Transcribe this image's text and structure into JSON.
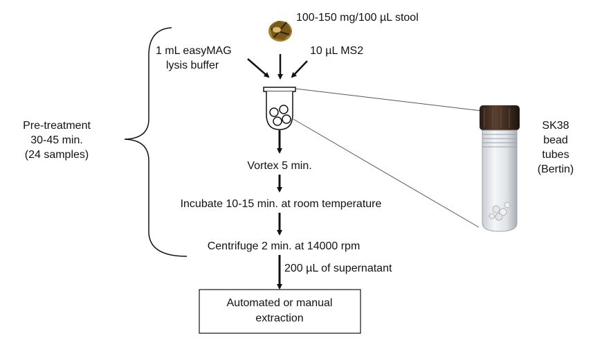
{
  "stool_label": "100-150 mg/100 µL stool",
  "lysis_line1": "1 mL easyMAG",
  "lysis_line2": "lysis buffer",
  "ms2_label": "10 µL MS2",
  "pretreatment_line1": "Pre-treatment",
  "pretreatment_line2": "30-45 min.",
  "pretreatment_line3": "(24 samples)",
  "vortex_label": "Vortex 5 min.",
  "incubate_label": "Incubate 10-15 min. at room temperature",
  "centrifuge_label": "Centrifuge 2 min. at 14000 rpm",
  "supernatant_label": "200 µL of supernatant",
  "extraction_line1": "Automated or manual",
  "extraction_line2": "extraction",
  "tube_label_line1": "SK38",
  "tube_label_line2": "bead",
  "tube_label_line3": "tubes",
  "tube_label_line4": "(Bertin)",
  "colors": {
    "stroke": "#111111",
    "stool": "#8a6a2a",
    "cap": "#3a2a1e"
  }
}
